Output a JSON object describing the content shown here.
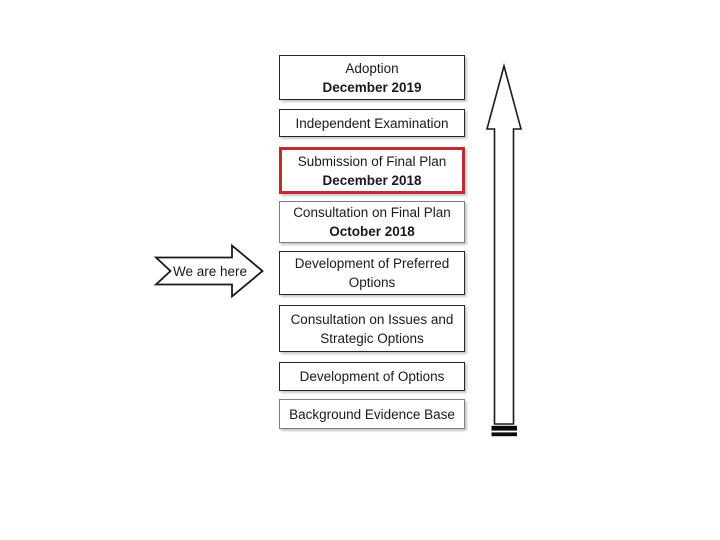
{
  "diagram": {
    "kind": "planning-process-flow",
    "direction": "bottom-to-top"
  },
  "steps": [
    {
      "id": "adoption",
      "line1": "Adoption",
      "line2": "December 2019",
      "line2_bold": true,
      "highlighted": false
    },
    {
      "id": "independent-examination",
      "line1": "Independent Examination",
      "highlighted": false
    },
    {
      "id": "submission-of-final-plan",
      "line1": "Submission of Final Plan",
      "line2": "December 2018",
      "line2_bold": true,
      "highlighted": true
    },
    {
      "id": "consultation-on-final-plan",
      "line1": "Consultation on Final Plan",
      "line2": "October 2018",
      "line2_bold": true,
      "highlighted": false
    },
    {
      "id": "development-preferred-options",
      "line1": "Development of Preferred",
      "line2": "Options",
      "line2_bold": false,
      "highlighted": false
    },
    {
      "id": "consultation-issues-options",
      "line1": "Consultation on Issues and",
      "line2": "Strategic Options",
      "line2_bold": false,
      "highlighted": false
    },
    {
      "id": "development-of-options",
      "line1": "Development of Options",
      "highlighted": false
    },
    {
      "id": "background-evidence-base",
      "line1": "Background Evidence Base",
      "highlighted": false
    }
  ],
  "marker": {
    "label": "We are here"
  },
  "colors": {
    "highlight_border": "#c02b31",
    "box_border": "#262626",
    "box_border_gray": "#7f7f7f",
    "arrow_outline": "#1a1a1a",
    "text": "#1a1a1a",
    "background": "#ffffff"
  }
}
